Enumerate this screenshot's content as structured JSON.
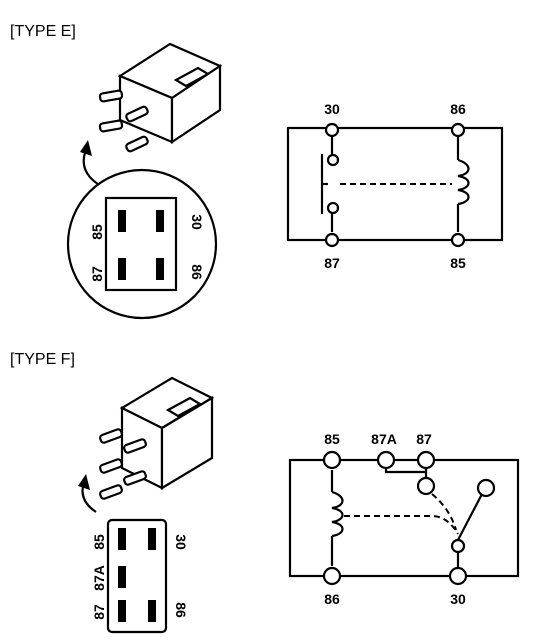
{
  "sections": {
    "type_e": {
      "title": "[TYPE E]",
      "pin_view": {
        "top_left": "85",
        "top_right": "30",
        "bottom_left": "87",
        "bottom_right": "86"
      },
      "schematic": {
        "top_left": "30",
        "top_right": "86",
        "bottom_left": "87",
        "bottom_right": "85"
      }
    },
    "type_f": {
      "title": "[TYPE F]",
      "pin_view": {
        "top_left": "85",
        "mid_left": "87A",
        "bottom_left": "87",
        "top_right": "30",
        "bottom_right": "86"
      },
      "schematic": {
        "top_left": "85",
        "top_mid": "87A",
        "top_right": "87",
        "bottom_left": "86",
        "bottom_right": "30"
      }
    }
  }
}
